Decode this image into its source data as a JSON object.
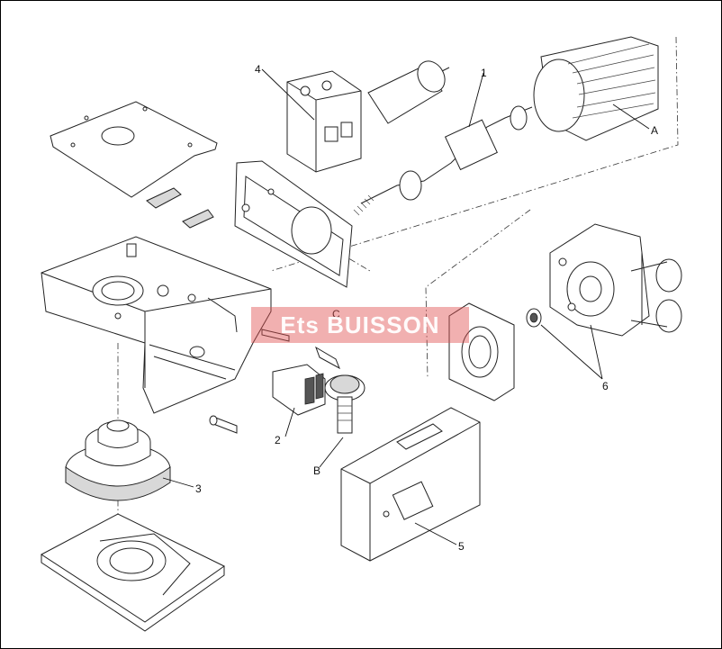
{
  "watermark": {
    "text": "Ets BUISSON"
  },
  "labels": {
    "part_1": "1",
    "part_2": "2",
    "part_3": "3",
    "part_4": "4",
    "part_5": "5",
    "part_6": "6",
    "part_A": "A",
    "part_B": "B",
    "part_C": "C"
  }
}
